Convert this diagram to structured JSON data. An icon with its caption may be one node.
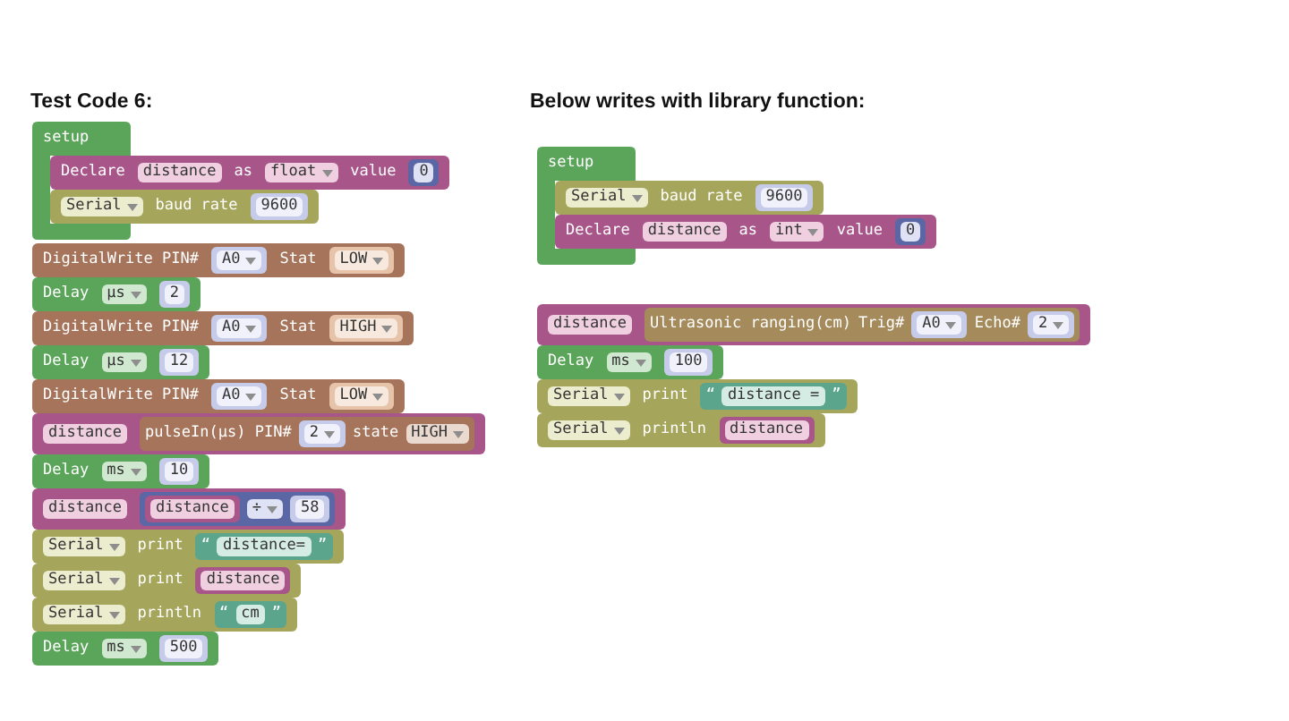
{
  "diagram": {
    "nodes": [
      {
        "text": [
          "setup"
        ]
      },
      {
        "text": [
          "Declare",
          "distance",
          "as",
          "float",
          "value"
        ]
      },
      {
        "text": [
          "0"
        ],
        "in": 1
      },
      {
        "text": [
          "Serial",
          "baud rate"
        ]
      },
      {
        "text": [
          "9600"
        ],
        "in": 3
      },
      {
        "text": [
          "DigitalWrite PIN#",
          "Stat"
        ]
      },
      {
        "text": [
          "A0"
        ],
        "in": 5
      },
      {
        "text": [
          "LOW"
        ],
        "in": 5
      },
      {
        "text": [
          "Delay",
          "µs"
        ]
      },
      {
        "text": [
          "2"
        ],
        "in": 8
      },
      {
        "text": [
          "DigitalWrite PIN#",
          "Stat"
        ]
      },
      {
        "text": [
          "A0"
        ],
        "in": 10
      },
      {
        "text": [
          "HIGH"
        ],
        "in": 10
      },
      {
        "text": [
          "Delay",
          "µs"
        ]
      },
      {
        "text": [
          "12"
        ],
        "in": 13
      },
      {
        "text": [
          "DigitalWrite PIN#",
          "Stat"
        ]
      },
      {
        "text": [
          "A0"
        ],
        "in": 15
      },
      {
        "text": [
          "LOW"
        ],
        "in": 15
      },
      {
        "text": [
          "distance"
        ]
      },
      {
        "text": [
          "pulseIn(µs) PIN#",
          "state",
          "HIGH"
        ],
        "in": 18
      },
      {
        "text": [
          "2"
        ],
        "in": 19
      },
      {
        "text": [
          "Delay",
          "ms"
        ]
      },
      {
        "text": [
          "10"
        ],
        "in": 21
      },
      {
        "text": [
          "distance"
        ]
      },
      {
        "text": [
          "÷"
        ],
        "in": 23
      },
      {
        "text": [
          "distance"
        ],
        "in": 24
      },
      {
        "text": [
          "58"
        ],
        "in": 24
      },
      {
        "text": [
          "Serial",
          "print"
        ]
      },
      {
        "text": [
          "“",
          "distance=",
          "”"
        ],
        "in": 27
      },
      {
        "text": [
          "Serial",
          "print"
        ]
      },
      {
        "text": [
          "distance"
        ],
        "in": 29
      },
      {
        "text": [
          "Serial",
          "println"
        ]
      },
      {
        "text": [
          "“",
          "cm",
          "”"
        ],
        "in": 31
      },
      {
        "text": [
          "Delay",
          "ms"
        ]
      },
      {
        "text": [
          "500"
        ],
        "in": 33
      },
      {
        "text": [
          "setup"
        ]
      },
      {
        "text": [
          "Serial",
          "baud rate"
        ]
      },
      {
        "text": [
          "9600"
        ],
        "in": 36
      },
      {
        "text": [
          "Declare",
          "distance",
          "as",
          "int",
          "value"
        ]
      },
      {
        "text": [
          "0"
        ],
        "in": 38
      },
      {
        "text": [
          "distance"
        ]
      },
      {
        "text": [
          "Ultrasonic ranging(cm)",
          "Trig#",
          "Echo#"
        ],
        "in": 40
      },
      {
        "text": [
          "A0"
        ],
        "in": 41
      },
      {
        "text": [
          "2"
        ],
        "in": 41
      },
      {
        "text": [
          "Delay",
          "ms"
        ]
      },
      {
        "text": [
          "100"
        ],
        "in": 44
      },
      {
        "text": [
          "Serial",
          "print"
        ]
      },
      {
        "text": [
          "“",
          "distance =",
          "”"
        ],
        "in": 46
      },
      {
        "text": [
          "Serial",
          "println"
        ]
      },
      {
        "text": [
          "distance"
        ],
        "in": 48
      }
    ],
    "labels": [
      "Test Code 6:",
      "Below writes with library function:"
    ]
  }
}
